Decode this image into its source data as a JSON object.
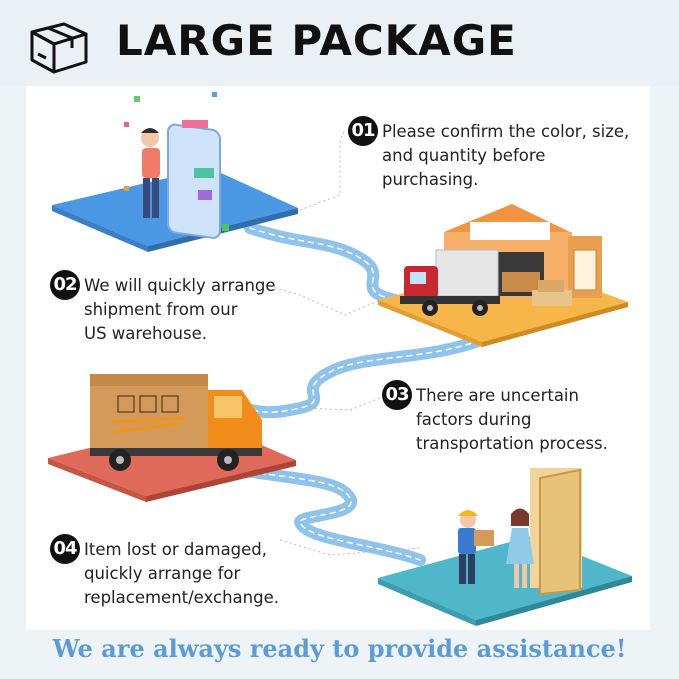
{
  "header": {
    "title": "LARGE PACKAGE",
    "icon": "package-box-icon"
  },
  "steps": [
    {
      "number": "01",
      "lines": [
        "Please confirm the color, size,",
        "and quantity before",
        "purchasing."
      ],
      "icon": "shopping-phone-icon"
    },
    {
      "number": "02",
      "lines": [
        "We will quickly arrange",
        "shipment from our",
        "US warehouse."
      ],
      "icon": "warehouse-truck-icon"
    },
    {
      "number": "03",
      "lines": [
        "There are uncertain",
        "factors during",
        "transportation process."
      ],
      "icon": "delivery-truck-icon"
    },
    {
      "number": "04",
      "lines": [
        "Item lost or damaged,",
        "quickly arrange for",
        "replacement/exchange."
      ],
      "icon": "courier-delivery-icon"
    }
  ],
  "footer": {
    "tagline": "We are always ready to provide assistance!"
  },
  "colors": {
    "badge": "#111111",
    "tagline": "#5b9bd8",
    "road": "#8fc3ec",
    "platform_blue": "#4a97e3",
    "platform_orange": "#f7b64a",
    "platform_red": "#e06a5a",
    "platform_teal": "#4fb7c9"
  }
}
